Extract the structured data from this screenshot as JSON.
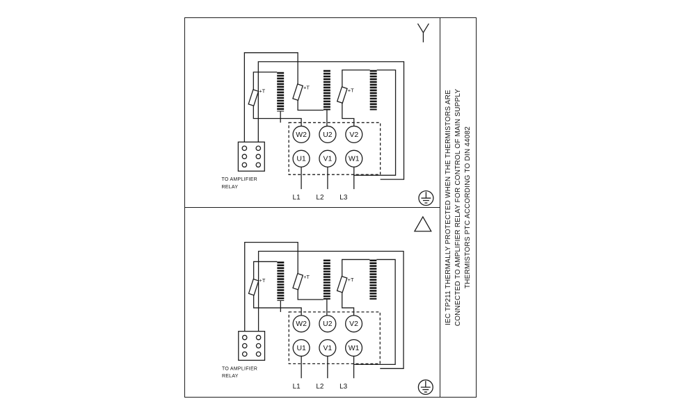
{
  "colors": {
    "background": "#ffffff",
    "line": "#1c1c1c"
  },
  "side_note": {
    "lines": [
      "IEC TP211 THERMALLY PROTECTED WHEN THE THERMISTORS ARE",
      "CONNECTED TO AMPLIFIER RELAY FOR CONTROL OF MAIN SUPPLY",
      "THERMISTORS PTC ACCORDING TO DIN 44082"
    ]
  },
  "panels": [
    {
      "connection": "star",
      "connection_icon": "star-icon",
      "terminals_top": [
        "W2",
        "U2",
        "V2"
      ],
      "terminals_bottom": [
        "U1",
        "V1",
        "W1"
      ],
      "supply_lines": [
        "L1",
        "L2",
        "L3"
      ],
      "thermistor_label": "+T",
      "relay_note_line1": "TO AMPLIFIER",
      "relay_note_line2": "RELAY"
    },
    {
      "connection": "delta",
      "connection_icon": "delta-icon",
      "terminals_top": [
        "W2",
        "U2",
        "V2"
      ],
      "terminals_bottom": [
        "U1",
        "V1",
        "W1"
      ],
      "supply_lines": [
        "L1",
        "L2",
        "L3"
      ],
      "thermistor_label": "+T",
      "relay_note_line1": "TO AMPLIFIER",
      "relay_note_line2": "RELAY"
    }
  ]
}
